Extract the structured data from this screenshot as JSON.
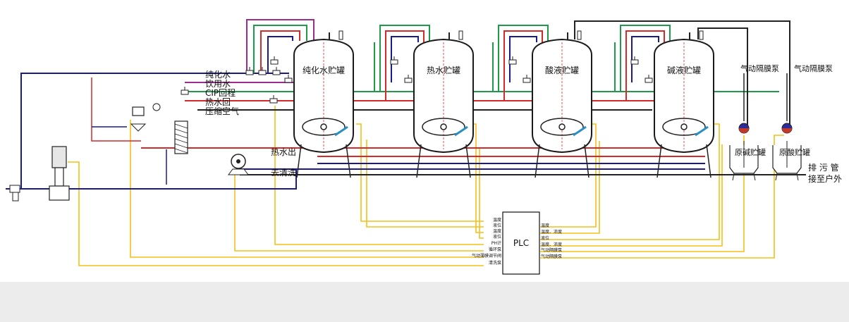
{
  "colors": {
    "purified_water": "#1a1a8c",
    "drinking_water": "#9b2d8f",
    "cip_return": "#1e9a4a",
    "hot_water": "#d42a2a",
    "compressed_air": "#222222",
    "signal": "#f2c01a",
    "band": "#ececec"
  },
  "tanks": [
    {
      "label": "纯化水贮罐"
    },
    {
      "label": "热水贮罐"
    },
    {
      "label": "酸液贮罐"
    },
    {
      "label": "碱液贮罐"
    }
  ],
  "pipes": {
    "purified_water": "纯化水",
    "drinking_water": "饮用水",
    "cip_return": "CIP回程",
    "hot_water_return": "热水回",
    "compressed_air": "压缩空气",
    "hot_water_out": "热水出",
    "to_cleaning": "去清洗"
  },
  "pumps": {
    "pump_left": "气动隔膜泵",
    "pump_right": "气动隔膜泵"
  },
  "raw_tanks": {
    "alkali": "原碱贮罐",
    "acid": "原酸贮罐"
  },
  "drain": {
    "line1": "排 污 管",
    "line2": "接至户外"
  },
  "plc": {
    "label": "PLC",
    "left_ports": [
      "温度",
      "液位",
      "温度",
      "液位",
      "PH计",
      "循环泵",
      "气动薄膜调节阀",
      "清洗泵"
    ],
    "right_ports": [
      "温度",
      "温度、浓度",
      "液位",
      "温度、浓度",
      "气动隔膜泵",
      "气动隔膜泵"
    ]
  }
}
